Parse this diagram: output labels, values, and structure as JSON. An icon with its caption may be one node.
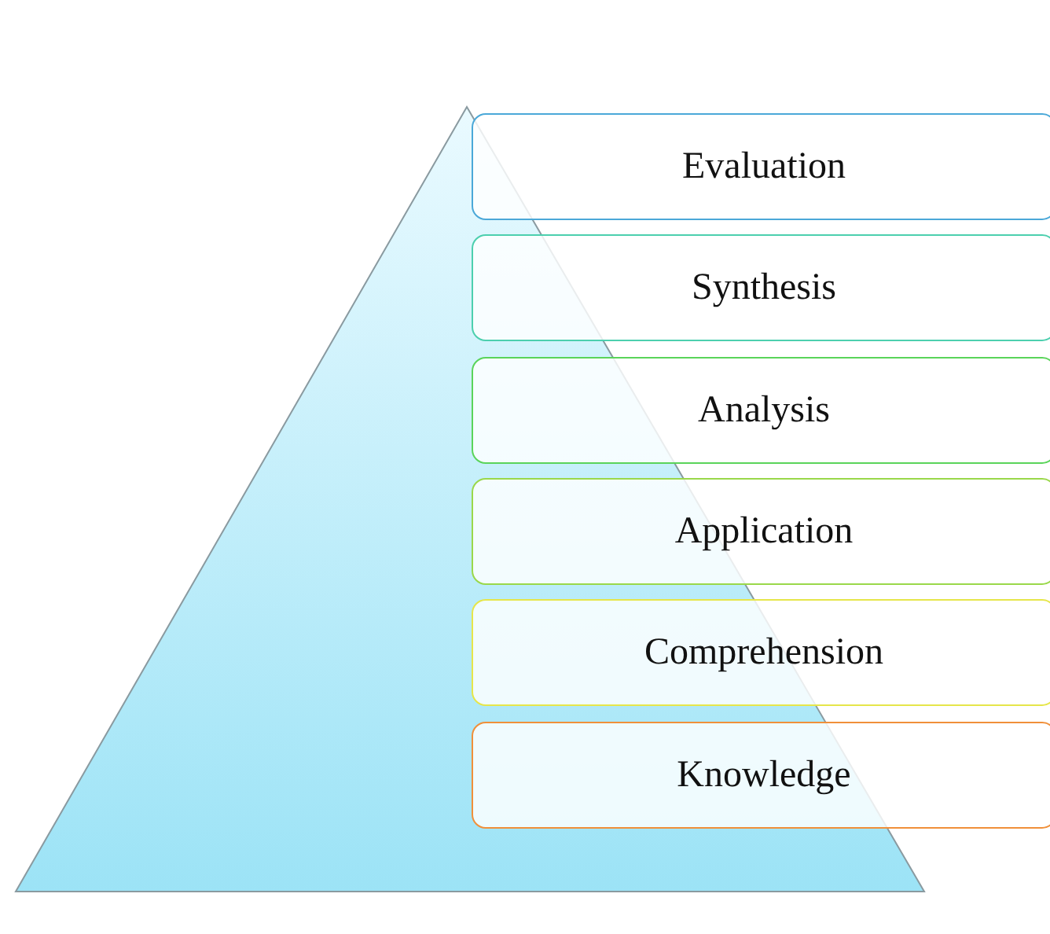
{
  "diagram": {
    "nodes": [
      {
        "text": [
          "Evaluation"
        ]
      },
      {
        "text": [
          "Synthesis"
        ]
      },
      {
        "text": [
          "Analysis"
        ]
      },
      {
        "text": [
          "Application"
        ]
      },
      {
        "text": [
          "Comprehension"
        ]
      },
      {
        "text": [
          "Knowledge"
        ]
      }
    ]
  }
}
